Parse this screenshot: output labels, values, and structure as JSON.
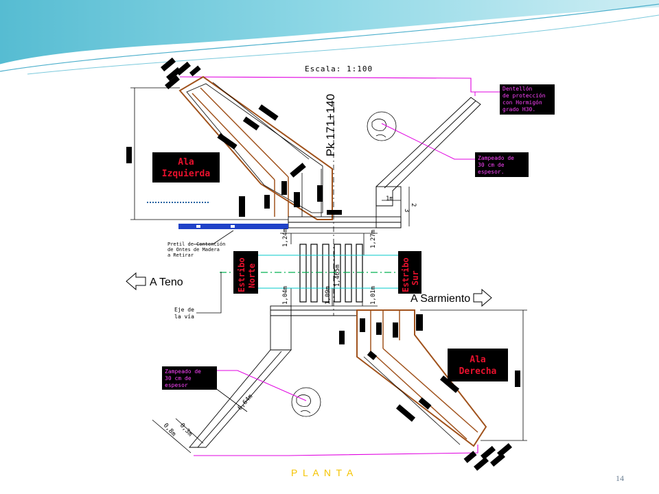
{
  "slide": {
    "page_number": "14"
  },
  "plan": {
    "scale": "Escala: 1:100",
    "pk": "Pk 171+140",
    "title": "P L A N T A",
    "ala_izquierda": [
      "Ala",
      "Izquierda"
    ],
    "ala_derecha": [
      "Ala",
      "Derecha"
    ],
    "estribo_norte": [
      "Estribo",
      "Norte"
    ],
    "estribo_sur": [
      "Estribo",
      "Sur"
    ],
    "to_teno": "A Teno",
    "to_sarmiento": "A Sarmiento",
    "eje": [
      "Eje de",
      "la vía"
    ],
    "pretil": [
      "Pretil de Contención",
      "de Ontes de Madera",
      "a Retirar"
    ],
    "dentellon": [
      "Dentellón",
      "de protección",
      "con Hormigón",
      "grado H30."
    ],
    "zampeado_top": [
      "Zampeado de",
      "30 cm de",
      "espesor."
    ],
    "zampeado_bottom": [
      "Zampeado de",
      "30 cm de",
      "espesor"
    ],
    "dims": {
      "d1m": "1m",
      "d2m": "2",
      "d3m": "3",
      "d124": "1,24m",
      "d127": "1,27m",
      "d104": "1,04m",
      "d109": "1,09m",
      "d101": "1,01m",
      "d1465": "1,465m",
      "d664": "6,64m",
      "d03": "0,3m",
      "d08": "0,8m"
    }
  },
  "colors": {
    "ala_fill": "#e8112d",
    "label_bg": "#000000",
    "brown_outline": "#a0521c",
    "magenta_leader": "#e000e0",
    "cyan_axis": "#00c8c8",
    "green_axis": "#00b050",
    "planta_text": "#f5c400"
  }
}
